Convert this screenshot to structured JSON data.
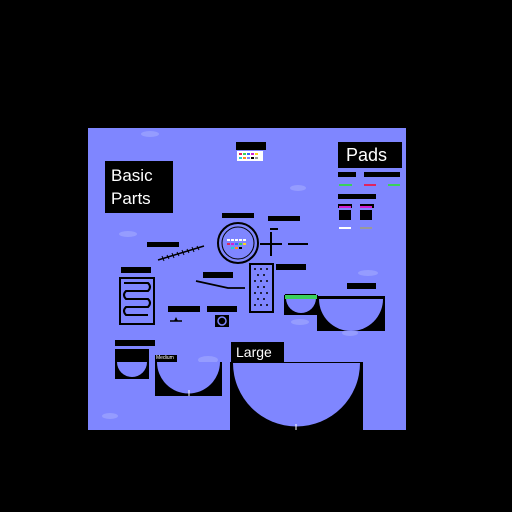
{
  "titles": {
    "basic_parts_line1": "Basic",
    "basic_parts_line2": "Parts",
    "pads": "Pads",
    "large": "Large"
  },
  "tags": {
    "medium": "Medium"
  },
  "colors": {
    "void": "#000000",
    "background": "#7f86ff",
    "part_fill": "#7f86ff",
    "outline": "#000000",
    "pad_green": "#3ad15a",
    "pad_red": "#e0245e",
    "pad_magenta": "#d21fd2",
    "pad_white": "#ffffff",
    "pad_grey": "#9a9a9a",
    "cloud": "#9aa2ff"
  },
  "icons": {
    "bumper": "ring-bumper-icon",
    "crosshair": "crosshair-icon",
    "spinner": "fan-spinner-icon",
    "spring": "zigzag-spring-icon"
  }
}
